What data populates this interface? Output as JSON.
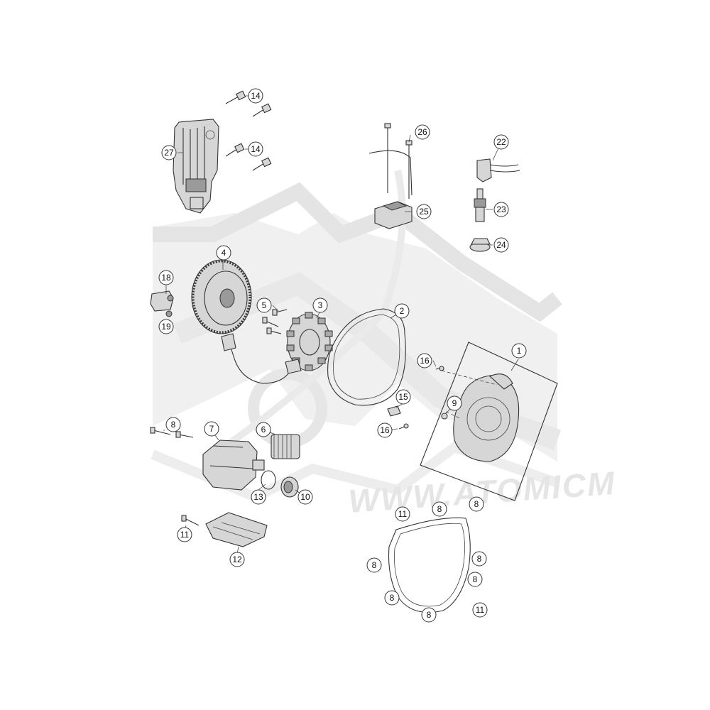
{
  "watermark": {
    "text": "WWW.ATOMICM"
  },
  "callouts": {
    "c1": "1",
    "c2": "2",
    "c3": "3",
    "c4": "4",
    "c5": "5",
    "c6": "6",
    "c7": "7",
    "c8a": "8",
    "c8b": "8",
    "c8c": "8",
    "c8d": "8",
    "c8e": "8",
    "c8f": "8",
    "c8g": "8",
    "c8h": "8",
    "c9": "9",
    "c10": "10",
    "c11a": "11",
    "c11b": "11",
    "c11c": "11",
    "c12": "12",
    "c13": "13",
    "c14a": "14",
    "c14b": "14",
    "c15": "15",
    "c16a": "16",
    "c16b": "16",
    "c18": "18",
    "c19": "19",
    "c22": "22",
    "c23": "23",
    "c24": "24",
    "c25": "25",
    "c26": "26",
    "c27": "27"
  }
}
